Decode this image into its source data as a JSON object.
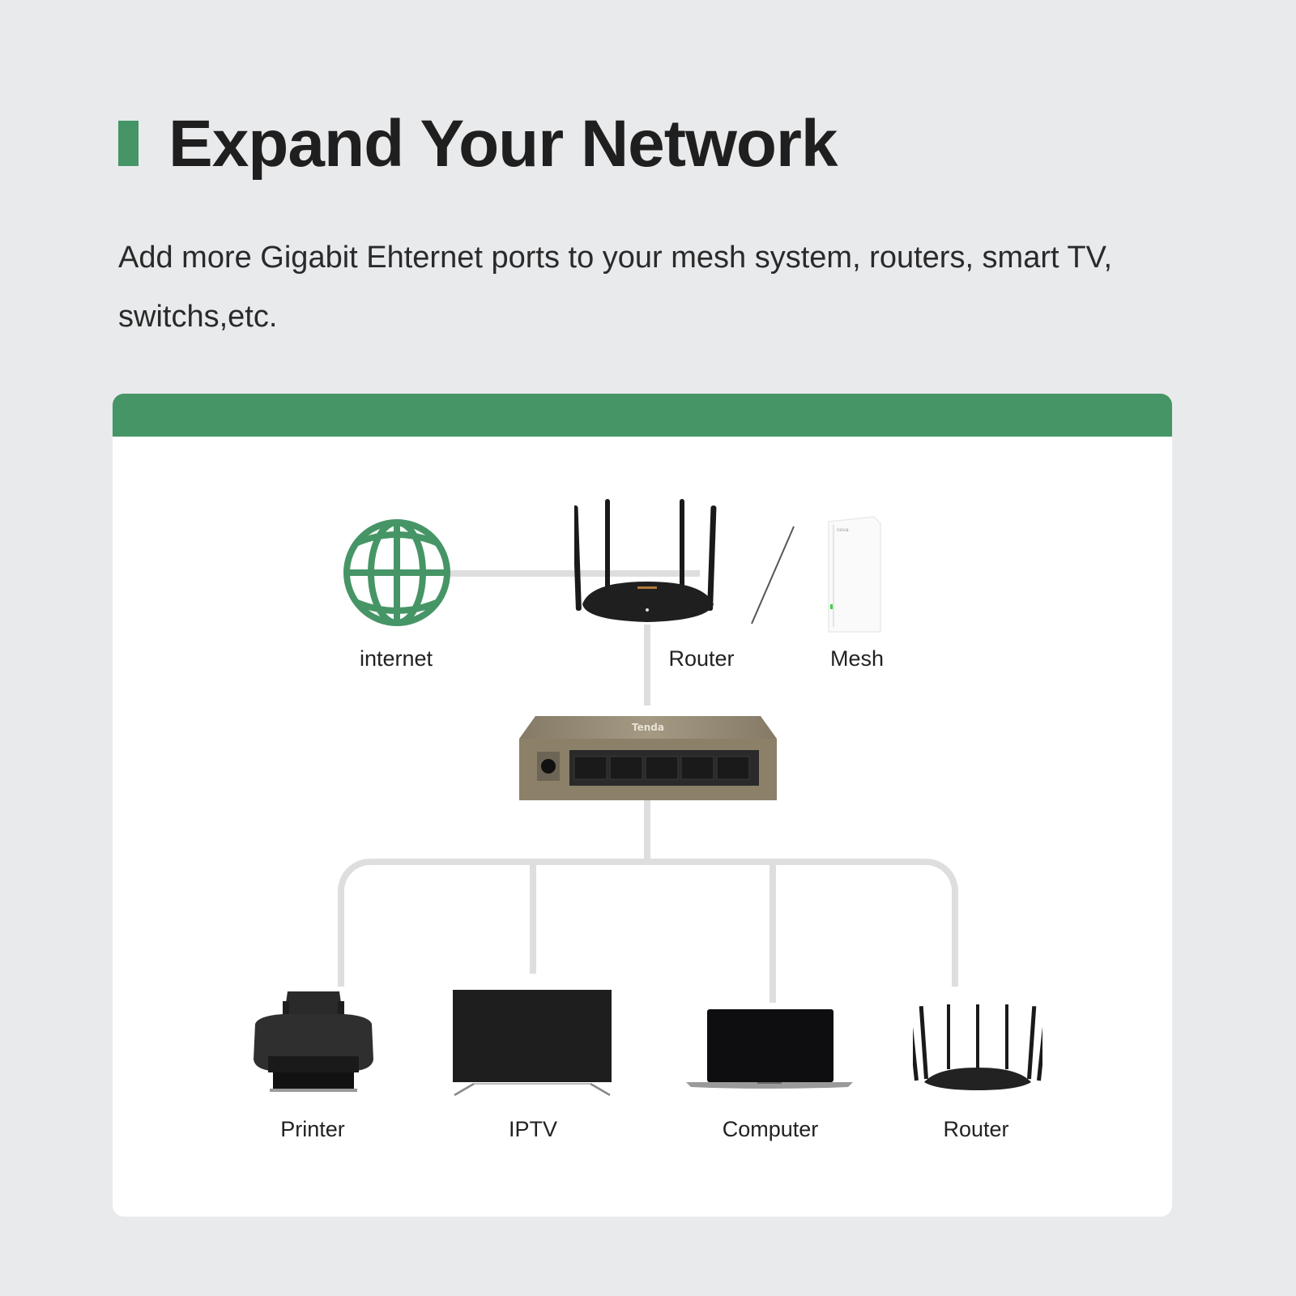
{
  "header": {
    "title": "Expand Your Network",
    "subtitle": "Add more Gigabit Ehternet ports to your mesh system, routers, smart TV, switchs,etc.",
    "accent_color": "#469566"
  },
  "diagram": {
    "top_row": [
      {
        "id": "internet",
        "label": "internet",
        "icon": "globe-icon"
      },
      {
        "id": "router",
        "label": "Router",
        "icon": "router-icon"
      },
      {
        "id": "mesh",
        "label": "Mesh",
        "icon": "mesh-node-icon"
      }
    ],
    "separator": "/",
    "switch": {
      "brand": "Tenda",
      "ports": 5,
      "icon": "switch-icon"
    },
    "bottom_row": [
      {
        "id": "printer",
        "label": "Printer",
        "icon": "printer-icon"
      },
      {
        "id": "iptv",
        "label": "IPTV",
        "icon": "tv-icon"
      },
      {
        "id": "computer",
        "label": "Computer",
        "icon": "laptop-icon"
      },
      {
        "id": "router2",
        "label": "Router",
        "icon": "router-icon"
      }
    ],
    "colors": {
      "card_header": "#469566",
      "globe": "#469566",
      "cable": "#dedede",
      "background": "#e9eaec"
    }
  }
}
